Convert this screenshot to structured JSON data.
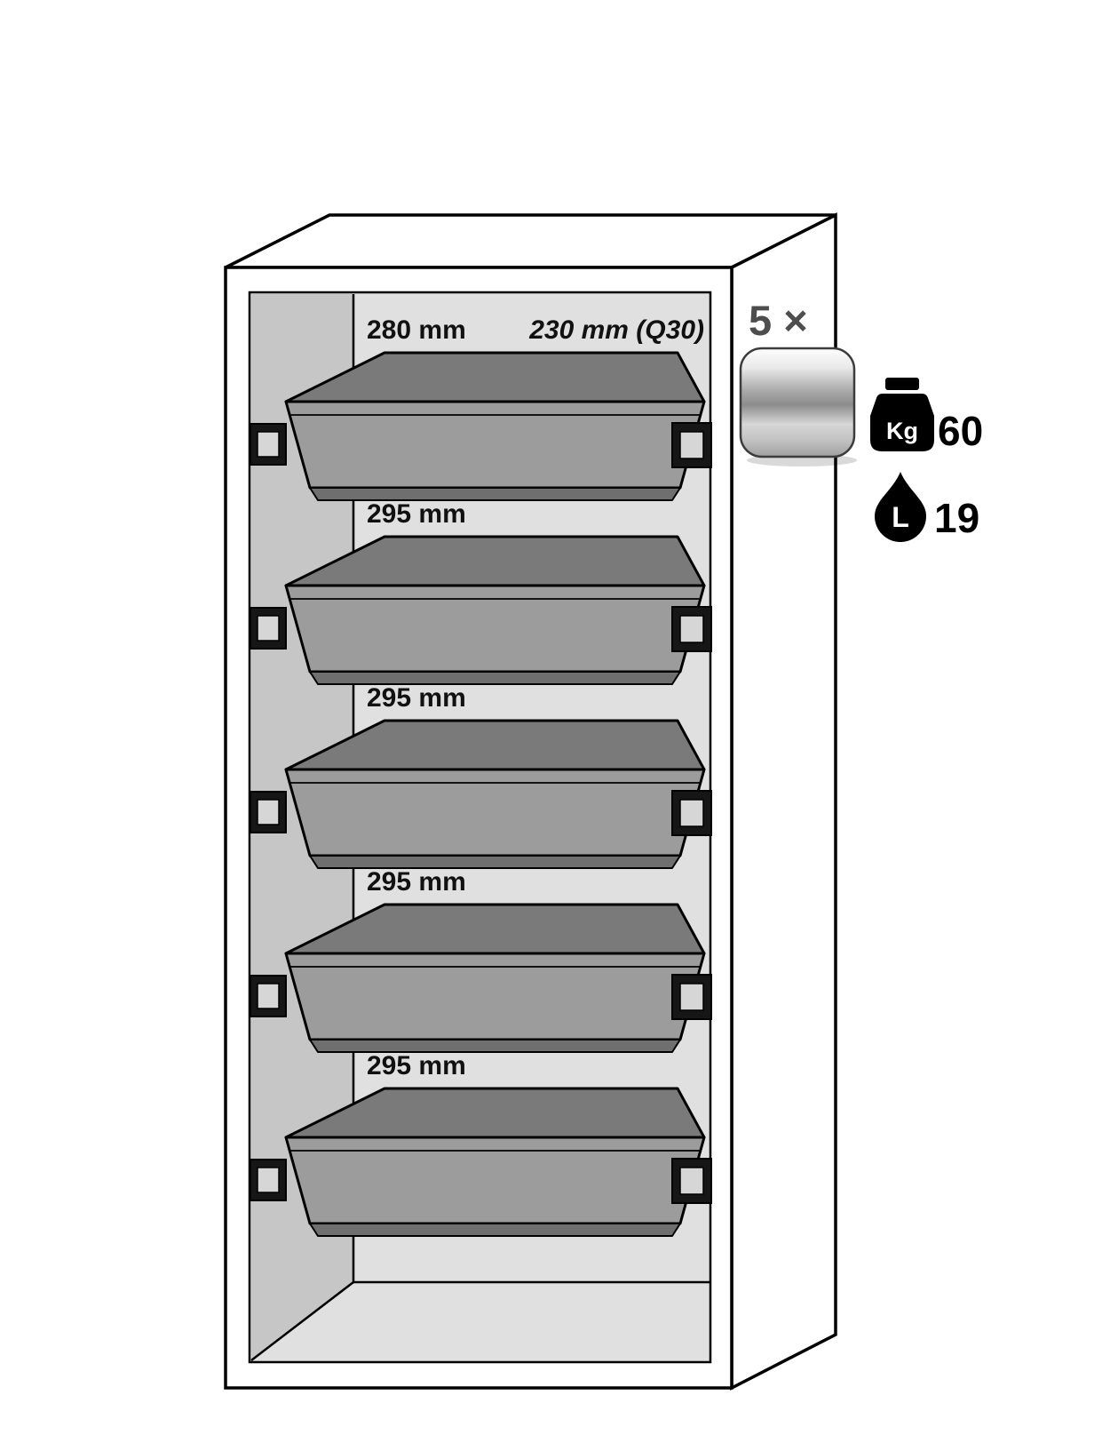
{
  "cabinet": {
    "shelves": [
      {
        "depth_label": "280 mm",
        "door_depth_label": "230 mm (Q30)"
      },
      {
        "depth_label": "295 mm"
      },
      {
        "depth_label": "295 mm"
      },
      {
        "depth_label": "295 mm"
      },
      {
        "depth_label": "295 mm"
      }
    ]
  },
  "annotations": {
    "quantity_label": "5 ×",
    "load": {
      "unit_label": "Kg",
      "value": "60"
    },
    "volume": {
      "unit_label": "L",
      "value": "19"
    }
  },
  "icons": {
    "steel_drawer_icon": "brushed-steel rounded square",
    "weight_kg_icon": "black weight silhouette with Kg",
    "liter_drop_icon": "black liquid drop with L"
  },
  "colors": {
    "outline": "#000000",
    "cabinet_face": "#ffffff",
    "interior": "#e0e0e0",
    "interior_left_wall": "#c6c6c6",
    "tray_top": "#7a7a7a",
    "tray_front": "#9c9c9c",
    "tray_bottom_edge": "#6f6f6f",
    "bracket_dark": "#161616",
    "bracket_inner": "#d6d6d6",
    "quantity_text": "#4d4d4d",
    "value_text": "#000000"
  }
}
